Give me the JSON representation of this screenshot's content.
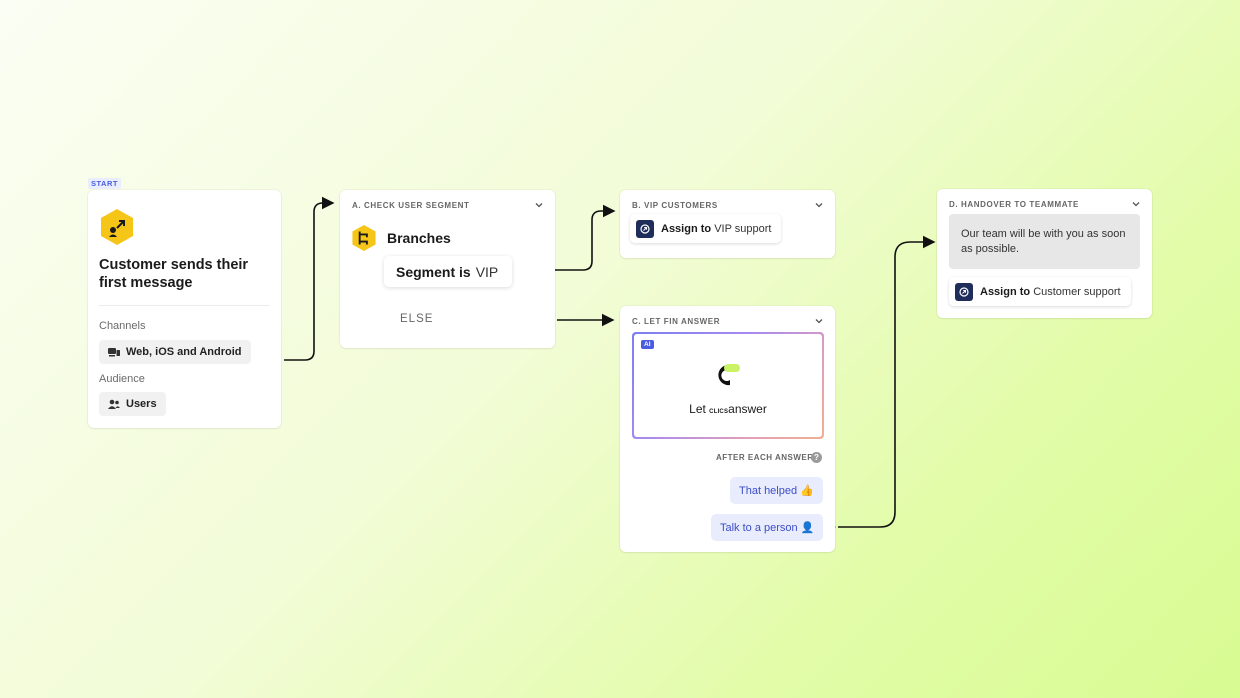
{
  "start": {
    "tag": "START",
    "title": "Customer sends their first message",
    "channels_label": "Channels",
    "channels_value": "Web, iOS and Android",
    "audience_label": "Audience",
    "audience_value": "Users"
  },
  "branch_card": {
    "header": "A. CHECK USER SEGMENT",
    "title": "Branches",
    "segment_prefix": "Segment is",
    "segment_value": "VIP",
    "else_label": "ELSE"
  },
  "vip_card": {
    "header": "B. VIP CUSTOMERS",
    "assign_prefix": "Assign to",
    "assign_target": "VIP support"
  },
  "fin_card": {
    "header": "C. LET FIN ANSWER",
    "ai_badge": "AI",
    "let_text": "Let",
    "brand_tiny": "CLICS",
    "answer_text": "answer",
    "after_label": "AFTER EACH ANSWER",
    "help_glyph": "?",
    "reply_1": "That helped 👍",
    "reply_2": "Talk to a person 👤"
  },
  "handover_card": {
    "header": "D. HANDOVER TO TEAMMATE",
    "message": "Our team will be with you as soon as possible.",
    "assign_prefix": "Assign to",
    "assign_target": "Customer support"
  },
  "colors": {
    "hex_yellow": "#f5c518",
    "accent_blue": "#4a5de0",
    "assign_navy": "#1e2d5a",
    "reply_bg": "#e8ecfd"
  },
  "icons": {
    "start_icon": "hexagon-arrow-icon",
    "branch_icon": "hexagon-branch-icon",
    "assign_icon": "assign-arrow-icon",
    "chevron": "chevron-down-icon"
  }
}
